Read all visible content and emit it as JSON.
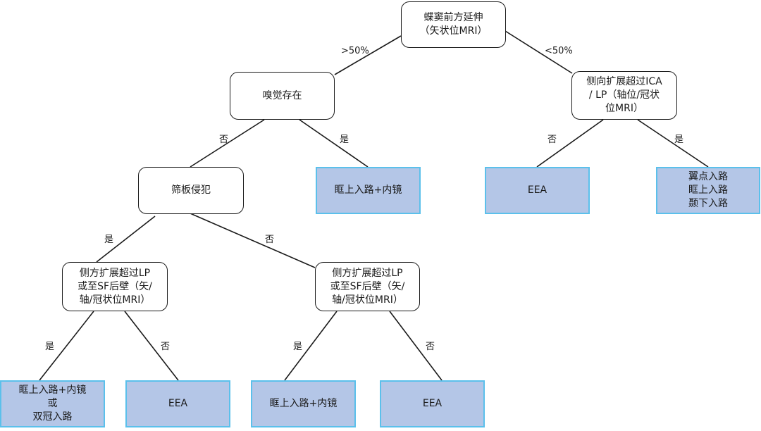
{
  "nodes": {
    "root": "蝶窦前方延伸\n（矢状位MRI）",
    "olfaction": "嗅觉存在",
    "lateral_ica": "侧向扩展超过ICA\n/ LP（轴位/冠状\n位MRI）",
    "cribriform": "筛板侵犯",
    "supraorbital_endo_1": "眶上入路+内镜",
    "eea_1": "EEA",
    "multi_approach": "翼点入路\n眶上入路\n颞下入路",
    "lateral_lp_a": "侧方扩展超过LP\n或至SF后壁（矢/\n轴/冠状位MRI）",
    "lateral_lp_b": "侧方扩展超过LP\n或至SF后壁（矢/\n轴/冠状位MRI）",
    "supraorbital_or_bicoronal": "眶上入路+内镜\n或\n双冠入路",
    "eea_2": "EEA",
    "supraorbital_endo_2": "眶上入路+内镜",
    "eea_3": "EEA"
  },
  "edge_labels": {
    "root_left": ">50%",
    "root_right": "<50%",
    "olf_no": "否",
    "olf_yes": "是",
    "ica_no": "否",
    "ica_yes": "是",
    "crib_yes": "是",
    "crib_no": "否",
    "lpa_yes": "是",
    "lpa_no": "否",
    "lpb_yes": "是",
    "lpb_no": "否"
  },
  "colors": {
    "outcome_fill": "#b4c6e7",
    "outcome_border": "#5bc0eb",
    "line": "#1a1a1a"
  }
}
